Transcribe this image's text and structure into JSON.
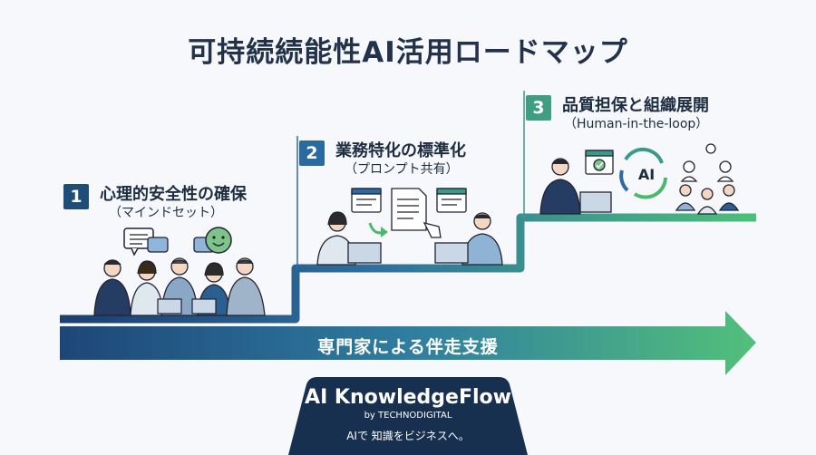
{
  "title": "可持続続能性AI活用ロードマップ",
  "steps": [
    {
      "number": "1",
      "title": "心理的安全性の確保",
      "subtitle": "（マインドセット）"
    },
    {
      "number": "2",
      "title": "業務特化の標準化",
      "subtitle": "（プロンプト共有）"
    },
    {
      "number": "3",
      "title": "品質担保と組織展開",
      "subtitle": "（Human-in-the-loop）"
    }
  ],
  "support_arrow": {
    "label": "専門家による伴走支援"
  },
  "cycle_icon_label": "AI",
  "brand": {
    "name": "AI KnowledgeFlow",
    "by": "by TECHNODIGITAL",
    "tagline": "AIで 知識をビジネスへ。"
  },
  "colors": {
    "navy": "#1b3557",
    "blue": "#2d6aa5",
    "teal": "#3a9a8a",
    "green": "#4cb76f"
  }
}
